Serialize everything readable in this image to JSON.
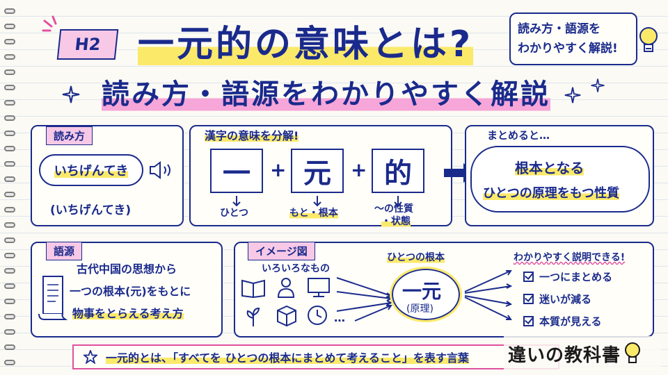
{
  "header": {
    "tag": "H2",
    "title": "一元的の意味とは?",
    "subtitle": "読み方・語源をわかりやすく解説",
    "note_line1": "読み方・語源を",
    "note_line2": "わかりやすく解説!"
  },
  "reading": {
    "label": "読み方",
    "bubble": "いちげんてき",
    "paren": "(いちげんてき)"
  },
  "breakdown": {
    "label": "漢字の意味を分解!",
    "kanji": [
      {
        "char": "一",
        "meaning": "ひとつ"
      },
      {
        "char": "元",
        "meaning": "もと・根本"
      },
      {
        "char": "的",
        "meaning": "〜の性質",
        "meaning2": "・状態"
      }
    ],
    "plus": "+"
  },
  "summary": {
    "label": "まとめると…",
    "line1": "根本となる",
    "line2": "ひとつの原理をもつ性質"
  },
  "etymology": {
    "label": "語源",
    "lines": [
      "古代中国の思想から",
      "一つの根本(元)をもとに",
      "物事をとらえる考え方"
    ]
  },
  "image_diagram": {
    "label": "イメージ図",
    "left_caption": "いろいろなもの",
    "ellipsis": "…",
    "center_caption": "ひとつの根本",
    "center_main": "一元",
    "center_sub": "(原理)",
    "right_caption": "わかりやすく説明できる!",
    "checks": [
      "一つにまとめる",
      "迷いが減る",
      "本質が見える"
    ]
  },
  "footer": {
    "text": "一元的とは、「すべてを ひとつの根本にまとめて考えること」を表す言葉",
    "brand": "違いの教科書"
  },
  "colors": {
    "ink": "#1a2a8c",
    "pink": "#f7c9e6",
    "yellow": "#fbe96a"
  }
}
